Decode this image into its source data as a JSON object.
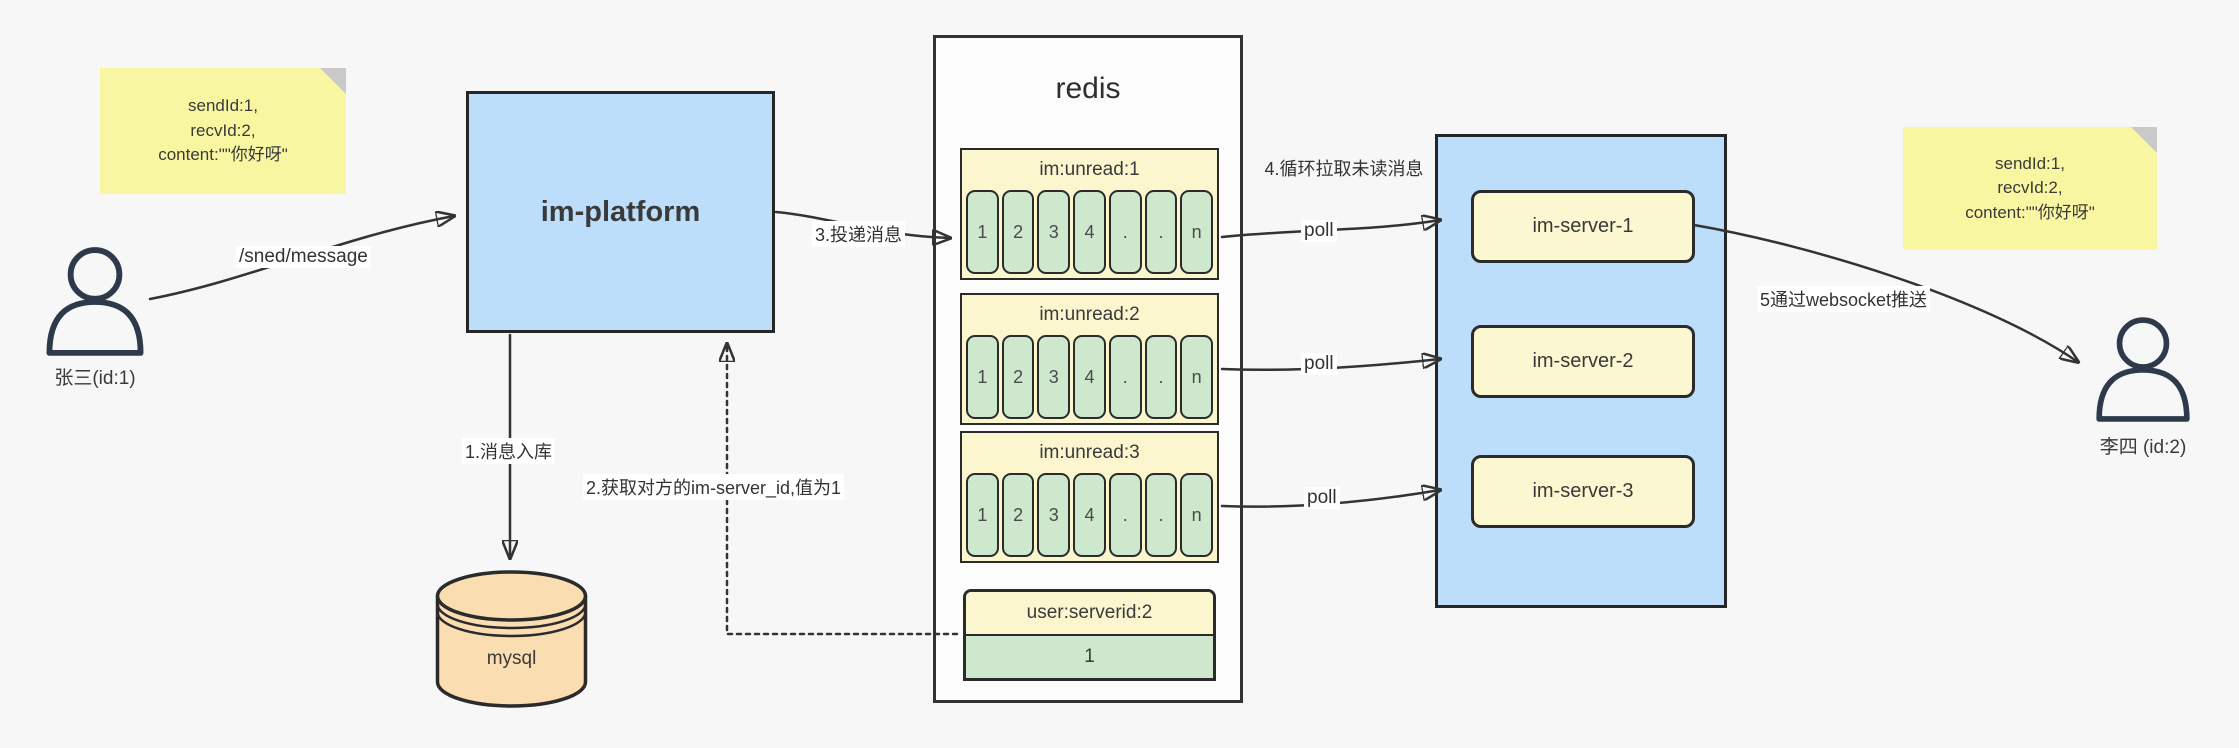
{
  "palette": {
    "background": "#f7f7f7",
    "blue_container": "#bcdefb",
    "yellow_note": "#f9f6a2",
    "yellow_panel": "#fbf6ce",
    "green_cell": "#cde8cc",
    "orange_db": "#fbddb2",
    "line": "#333333"
  },
  "notes": {
    "left": {
      "text": "sendId:1,\nrecvId:2,\ncontent:\"\"你好呀\""
    },
    "right": {
      "text": "sendId:1,\nrecvId:2,\ncontent:\"\"你好呀\""
    }
  },
  "actors": {
    "sender": {
      "label": "张三(id:1)"
    },
    "receiver": {
      "label": "李四 (id:2)"
    }
  },
  "nodes": {
    "im_platform": {
      "label": "im-platform"
    },
    "mysql": {
      "label": "mysql"
    },
    "redis": {
      "title": "redis"
    },
    "im_servers": [
      {
        "label": "im-server-1"
      },
      {
        "label": "im-server-2"
      },
      {
        "label": "im-server-3"
      }
    ]
  },
  "redis_entries": {
    "unread_queues": [
      {
        "header": "im:unread:1",
        "cells": [
          "1",
          "2",
          "3",
          "4",
          ".",
          ".",
          "n"
        ]
      },
      {
        "header": "im:unread:2",
        "cells": [
          "1",
          "2",
          "3",
          "4",
          ".",
          ".",
          "n"
        ]
      },
      {
        "header": "im:unread:3",
        "cells": [
          "1",
          "2",
          "3",
          "4",
          ".",
          ".",
          "n"
        ]
      }
    ],
    "user_serverid": {
      "header": "user:serverid:2",
      "value": "1"
    }
  },
  "edges": {
    "send_message": "/sned/message",
    "step1": "1.消息入库",
    "step2": "2.获取对方的im-server_id,值为1",
    "step3": "3.投递消息",
    "step4": "4.循环拉取未读消息",
    "step5": "5通过websocket推送",
    "poll": "poll"
  }
}
